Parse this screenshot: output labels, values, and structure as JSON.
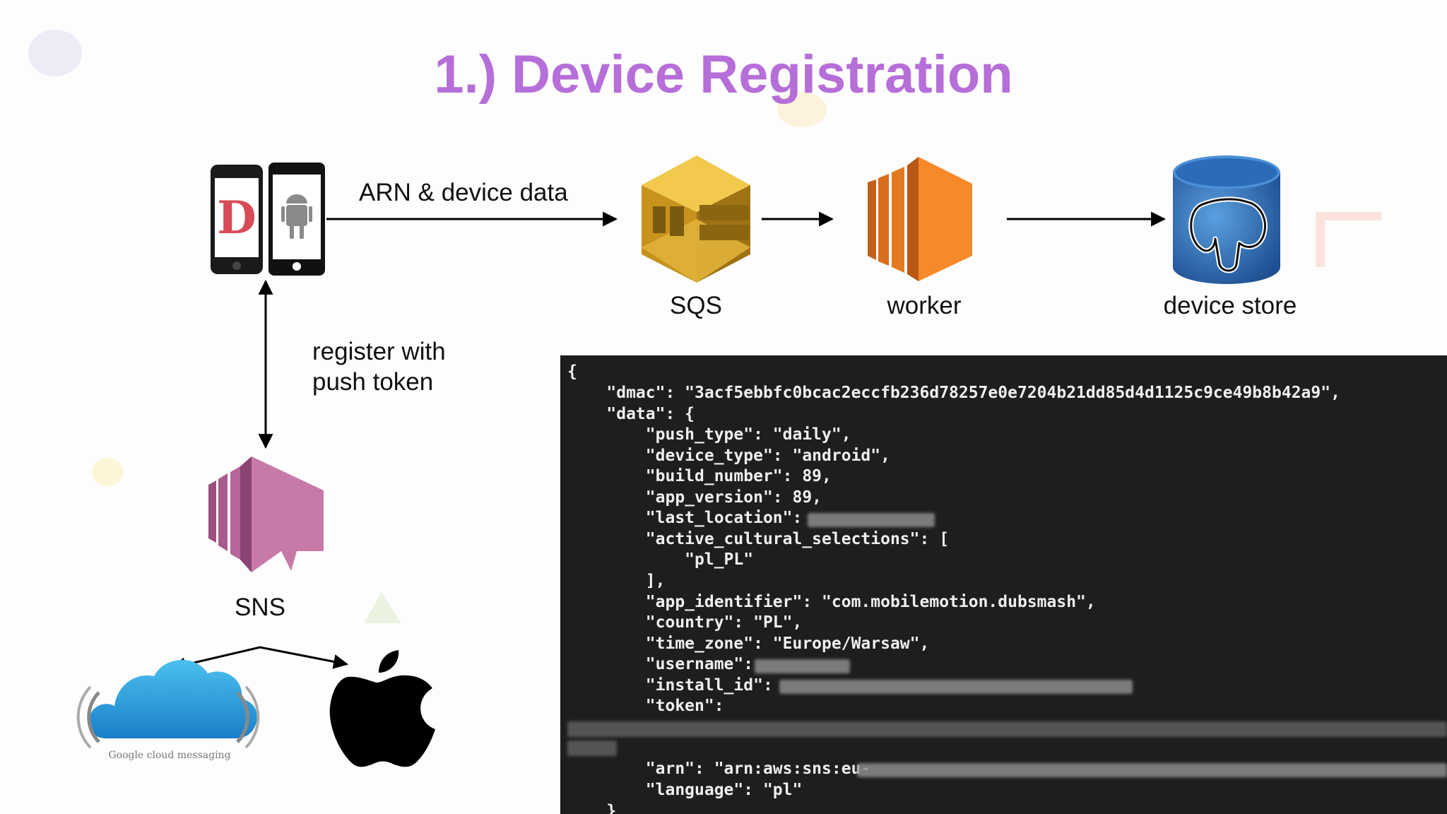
{
  "title": "1.) Device Registration",
  "labels": {
    "arn_device_data": "ARN & device data",
    "sqs": "SQS",
    "worker": "worker",
    "device_store": "device store",
    "register_line1": "register with",
    "register_line2": "push token",
    "sns": "SNS",
    "google_logo_text": "Google cloud messaging"
  },
  "json_lines": {
    "l01": "{",
    "l02": "    \"dmac\": \"3acf5ebbfc0bcac2eccfb236d78257e0e7204b21dd85d4d1125c9ce49b8b42a9\",",
    "l03": "    \"data\": {",
    "l04": "        \"push_type\": \"daily\",",
    "l05": "        \"device_type\": \"android\",",
    "l06": "        \"build_number\": 89,",
    "l07": "        \"app_version\": 89,",
    "l08": "        \"last_location\":",
    "l09": "        \"active_cultural_selections\": [",
    "l10": "            \"pl_PL\"",
    "l11": "        ],",
    "l12": "        \"app_identifier\": \"com.mobilemotion.dubsmash\",",
    "l13": "        \"country\": \"PL\",",
    "l14": "        \"time_zone\": \"Europe/Warsaw\",",
    "l15": "        \"username\":",
    "l16": "        \"install_id\":",
    "l17": "        \"token\":",
    "l18": "        \"arn\": \"arn:aws:sns:eu-",
    "l19": "        \"language\": \"pl\"",
    "l20": "    }"
  },
  "colors": {
    "title": "#b66ed8",
    "sqs_gold": "#d9a42b",
    "worker_orange": "#f08a2c",
    "sns_pink": "#c77aa8",
    "db_blue": "#2f6fb7",
    "code_bg": "#1e1e1e"
  },
  "icons": [
    "phones-icon",
    "sqs-icon",
    "worker-icon",
    "postgres-icon",
    "sns-icon",
    "google-cloud-messaging-icon",
    "apple-icon"
  ]
}
